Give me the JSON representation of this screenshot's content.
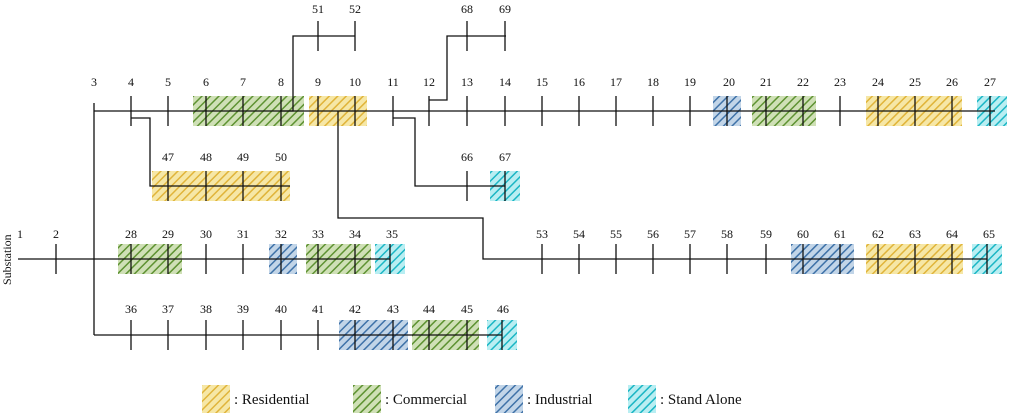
{
  "substation_label": "Substation",
  "categories": {
    "residential": {
      "label": ": Residential",
      "color": "#E8C24A"
    },
    "commercial": {
      "label": ": Commercial",
      "color": "#6E9F3C"
    },
    "industrial": {
      "label": ": Industrial",
      "color": "#4F7FB0"
    },
    "standalone": {
      "label": ": Stand Alone",
      "color": "#2EC4CF"
    }
  },
  "legend": [
    "residential",
    "commercial",
    "industrial",
    "standalone"
  ],
  "buses": {
    "b1": "1",
    "b2": "2",
    "b3": "3",
    "b4": "4",
    "b5": "5",
    "b6": "6",
    "b7": "7",
    "b8": "8",
    "b9": "9",
    "b10": "10",
    "b11": "11",
    "b12": "12",
    "b13": "13",
    "b14": "14",
    "b15": "15",
    "b16": "16",
    "b17": "17",
    "b18": "18",
    "b19": "19",
    "b20": "20",
    "b21": "21",
    "b22": "22",
    "b23": "23",
    "b24": "24",
    "b25": "25",
    "b26": "26",
    "b27": "27",
    "b28": "28",
    "b29": "29",
    "b30": "30",
    "b31": "31",
    "b32": "32",
    "b33": "33",
    "b34": "34",
    "b35": "35",
    "b36": "36",
    "b37": "37",
    "b38": "38",
    "b39": "39",
    "b40": "40",
    "b41": "41",
    "b42": "42",
    "b43": "43",
    "b44": "44",
    "b45": "45",
    "b46": "46",
    "b47": "47",
    "b48": "48",
    "b49": "49",
    "b50": "50",
    "b51": "51",
    "b52": "52",
    "b53": "53",
    "b54": "54",
    "b55": "55",
    "b56": "56",
    "b57": "57",
    "b58": "58",
    "b59": "59",
    "b60": "60",
    "b61": "61",
    "b62": "62",
    "b63": "63",
    "b64": "64",
    "b65": "65",
    "b66": "66",
    "b67": "67",
    "b68": "68",
    "b69": "69"
  },
  "load_zones": [
    {
      "buses": [
        "6",
        "7",
        "8"
      ],
      "category": "commercial"
    },
    {
      "buses": [
        "9",
        "10"
      ],
      "category": "residential"
    },
    {
      "buses": [
        "20"
      ],
      "category": "industrial"
    },
    {
      "buses": [
        "21",
        "22"
      ],
      "category": "commercial"
    },
    {
      "buses": [
        "24",
        "25",
        "26"
      ],
      "category": "residential"
    },
    {
      "buses": [
        "27"
      ],
      "category": "standalone"
    },
    {
      "buses": [
        "47",
        "48",
        "49",
        "50"
      ],
      "category": "residential"
    },
    {
      "buses": [
        "67"
      ],
      "category": "standalone"
    },
    {
      "buses": [
        "28",
        "29"
      ],
      "category": "commercial"
    },
    {
      "buses": [
        "32"
      ],
      "category": "industrial"
    },
    {
      "buses": [
        "33",
        "34"
      ],
      "category": "commercial"
    },
    {
      "buses": [
        "35"
      ],
      "category": "standalone"
    },
    {
      "buses": [
        "60",
        "61"
      ],
      "category": "industrial"
    },
    {
      "buses": [
        "62",
        "63",
        "64"
      ],
      "category": "residential"
    },
    {
      "buses": [
        "65"
      ],
      "category": "standalone"
    },
    {
      "buses": [
        "42",
        "43"
      ],
      "category": "industrial"
    },
    {
      "buses": [
        "44",
        "45"
      ],
      "category": "commercial"
    },
    {
      "buses": [
        "46"
      ],
      "category": "standalone"
    }
  ]
}
